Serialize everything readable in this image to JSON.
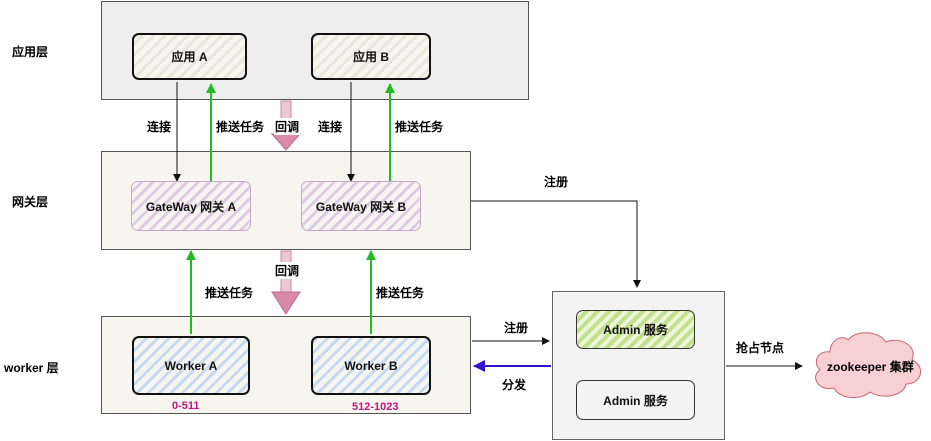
{
  "layers": {
    "application": "应用层",
    "gateway": "网关层",
    "worker": "worker 层"
  },
  "nodes": {
    "app_a": "应用 A",
    "app_b": "应用 B",
    "gateway_a": "GateWay 网关 A",
    "gateway_b": "GateWay 网关 B",
    "worker_a": "Worker A",
    "worker_b": "Worker B",
    "admin_a": "Admin 服务",
    "admin_b": "Admin 服务",
    "zookeeper": "zookeeper 集群"
  },
  "edges": {
    "connect_a": "连接",
    "push_task_a": "推送任务",
    "callback_top": "回调",
    "connect_b": "连接",
    "push_task_b": "推送任务",
    "register_gateway": "注册",
    "push_task_worker_a": "推送任务",
    "callback_bottom": "回调",
    "push_task_worker_b": "推送任务",
    "register_worker": "注册",
    "dispatch": "分发",
    "grab_node": "抢占节点"
  },
  "ranges": {
    "worker_a": "0-511",
    "worker_b": "512-1023"
  },
  "colors": {
    "push_arrow": "#22bb22",
    "connect_arrow": "#111111",
    "dispatch_arrow": "#3311cc",
    "callback_arrow": "#d98aa8",
    "range_text": "#c0157a",
    "cloud_fill": "#f8d0d4"
  }
}
